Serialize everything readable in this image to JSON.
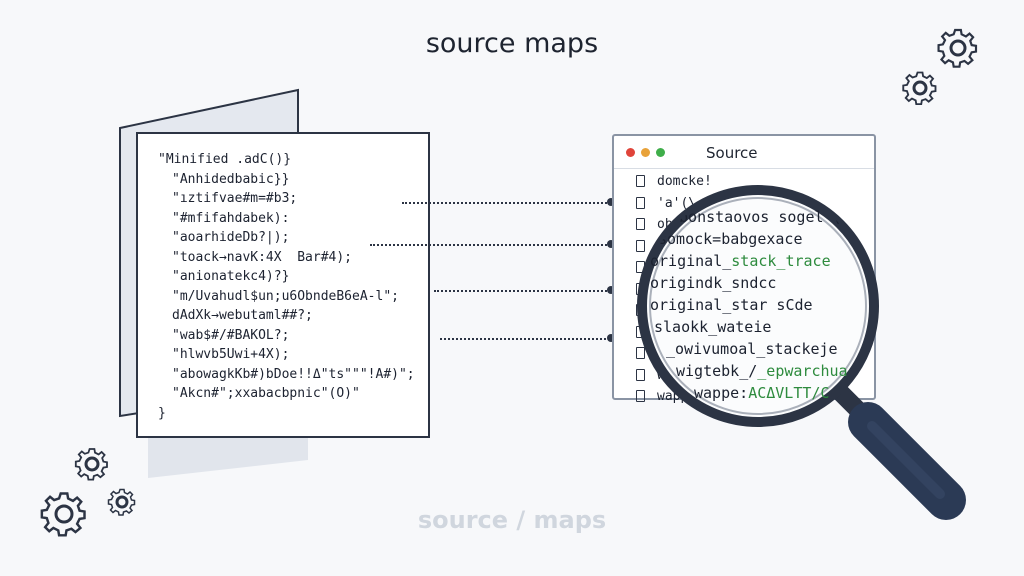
{
  "title": "source maps",
  "footer": "source / maps",
  "minified_code": {
    "lines": [
      "\"Minified .adC()}",
      "\"Anhidedbabic}}",
      "\"ıztifvae#m=#b3;",
      "\"#mfifahdabek):",
      "\"aoarhideDb?|);",
      "\"toack→navK:4X  Bar#4);",
      "\"anionatekc4)?}",
      "\"m/Uvahudl$un;u6ObndeB6eA-l\";",
      "dAdXk→webutaml##?;",
      "\"wab$#/#BAKOL?;",
      "\"hlwvb5Uwi+4X);",
      "\"abowagkKb#)bDoe!!Δ\"ts\"\"\"!A#)\";",
      "\"Akcn#\";xxabacbpnic\"(O)\"",
      "}"
    ]
  },
  "source_window": {
    "title": "Source",
    "traffic_light_colors": [
      "#e0443a",
      "#e8a23a",
      "#3fae4a"
    ],
    "rows": [
      "domcke!",
      "'a'(\\ a^ma  aDTD  a",
      "obonstaovos sogel",
      "somock=babgexace",
      "original_stack_trace",
      "origindk_sndcc",
      "original_star sCde",
      "slaokk_wateie",
      "_owivumoal_stackeje",
      "wigtebk_/ epwarchua",
      "wappe:ACAVLTT/"
    ]
  },
  "magnifier": {
    "lines": [
      {
        "text": "obonstaovos sogel (",
        "green": false
      },
      {
        "text": "somock=babgexace",
        "green": false
      },
      {
        "text": "original_stack_trace",
        "green": false
      },
      {
        "text": "origindk_sndcc",
        "green": false
      },
      {
        "text": "original_star sCde",
        "green": false
      },
      {
        "text": "slaokk_wateie",
        "green": false
      },
      {
        "text": "_owivumoal_stackeje",
        "green": false
      },
      {
        "text": "wigtebk_/_epwarchua",
        "green": false
      },
      {
        "text": "wappe:ACΔVLTT/C",
        "green": false
      }
    ]
  },
  "colors": {
    "ink": "#2c3444",
    "green_text": "#2e8b3e",
    "background": "#f7f8fa"
  },
  "icons": [
    "gear-icon",
    "magnifier-icon",
    "document-icon"
  ]
}
